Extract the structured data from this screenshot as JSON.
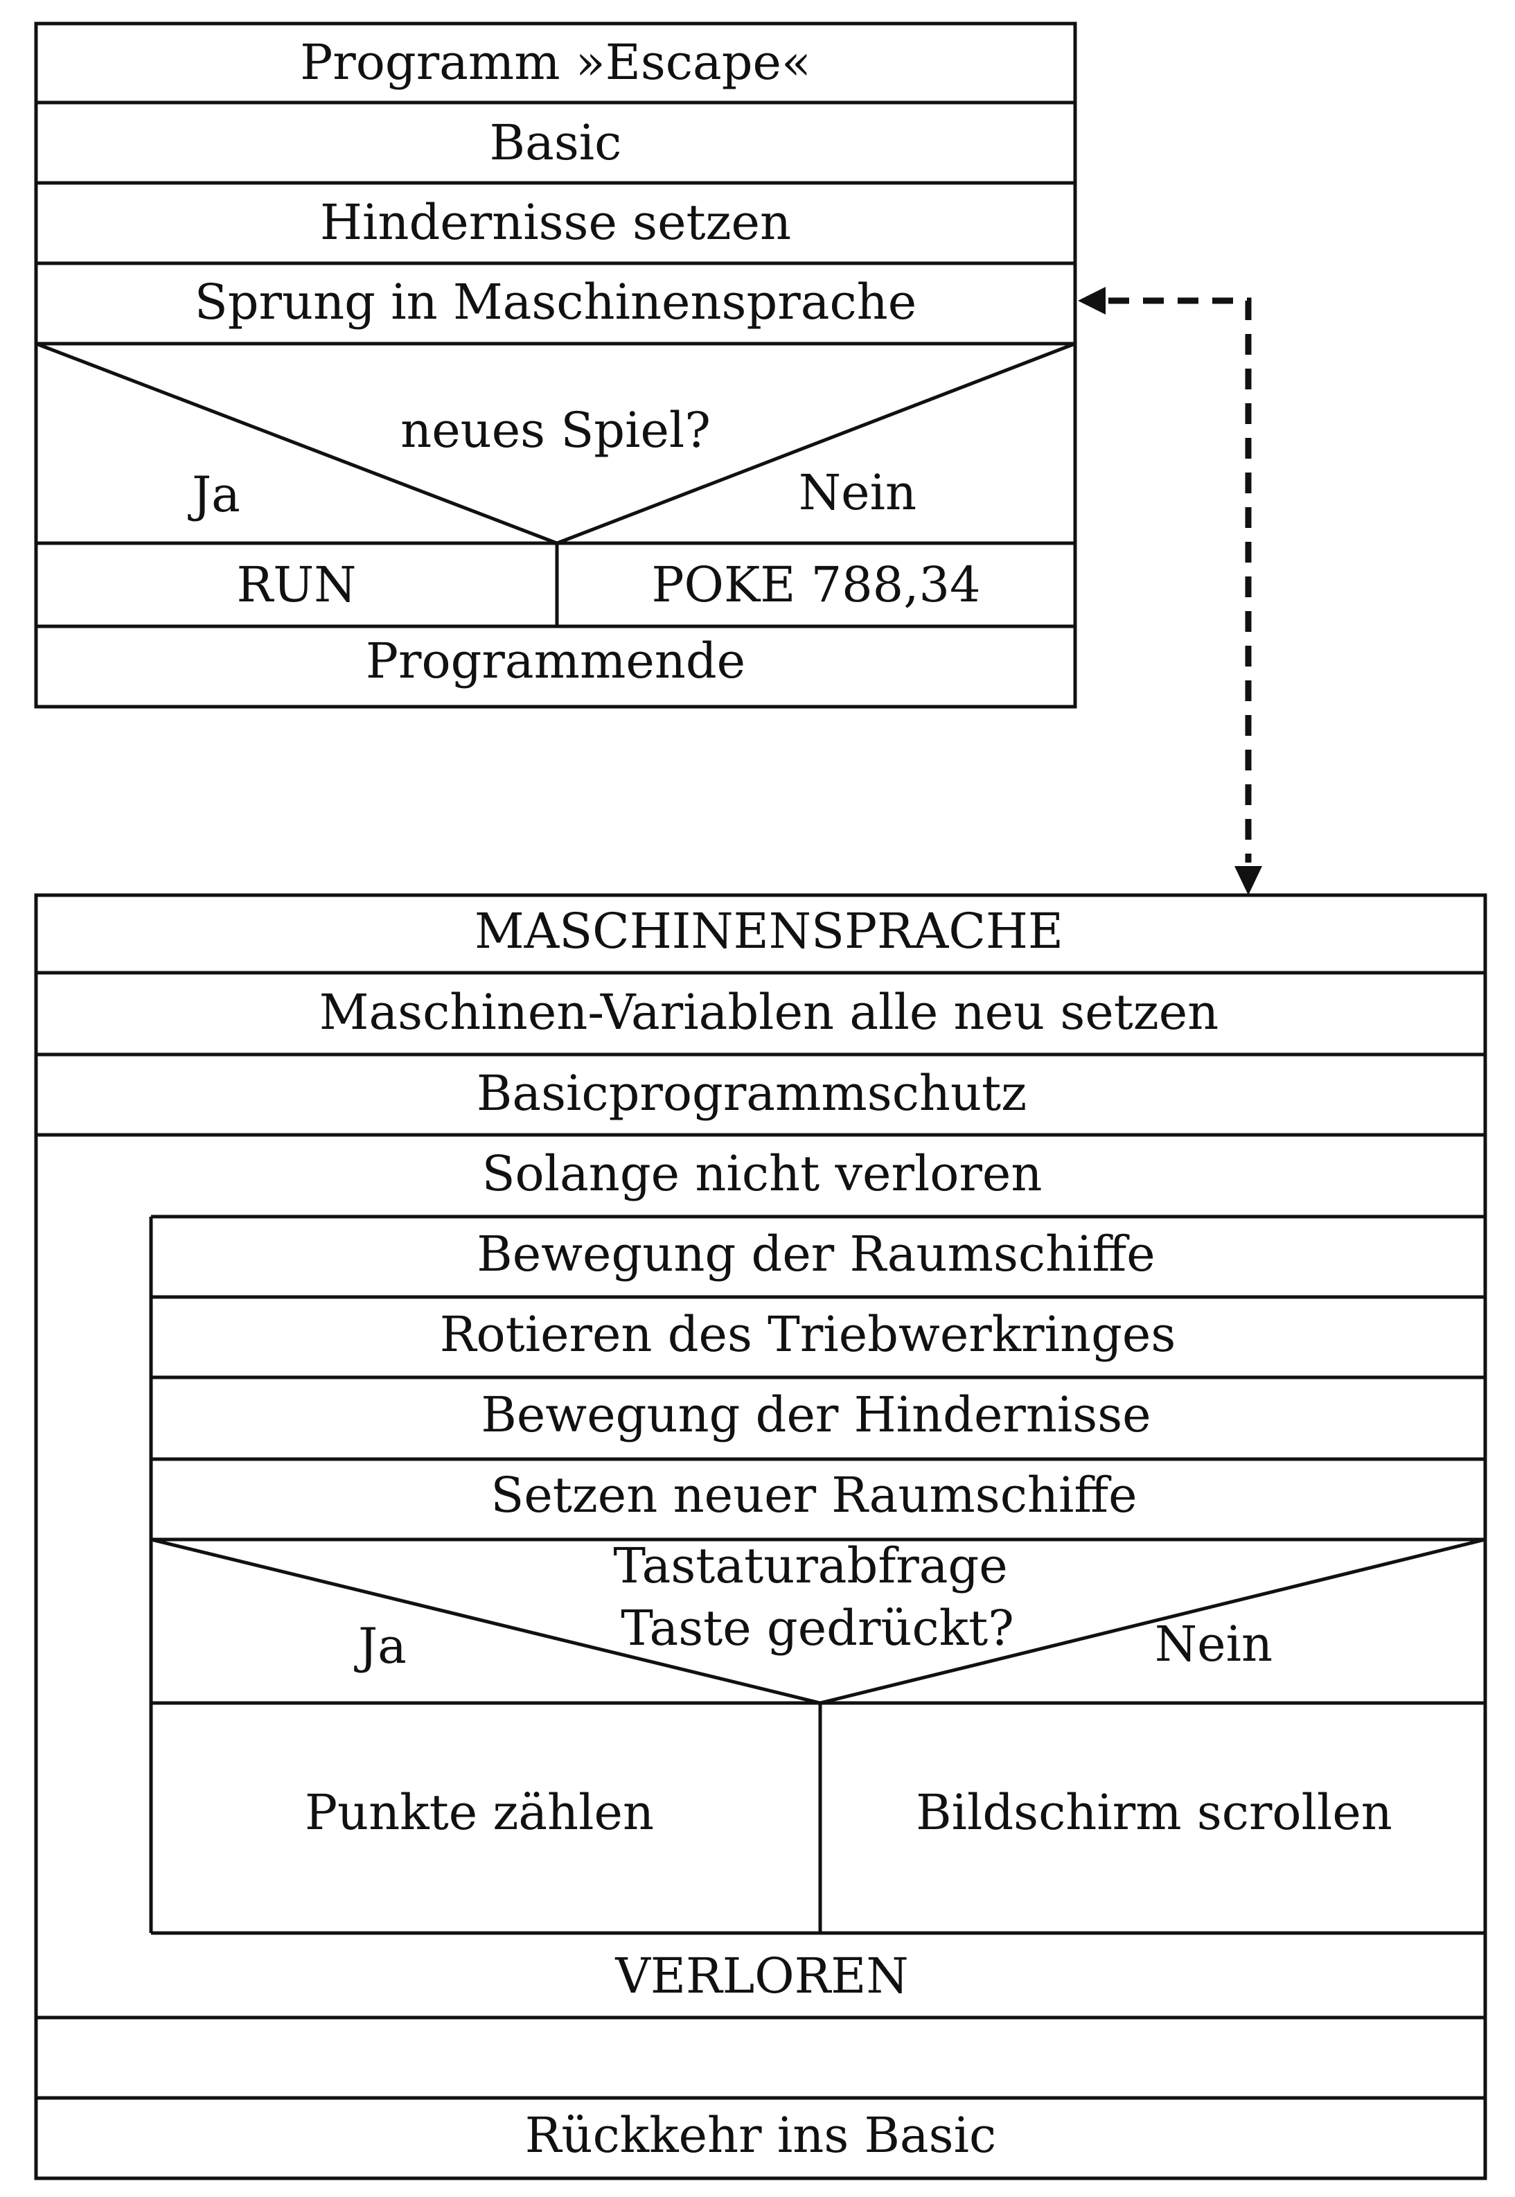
{
  "basic_block": {
    "title": "Programm »Escape«",
    "rows": [
      "Basic",
      "Hindernisse setzen",
      "Sprung in Maschinensprache"
    ],
    "decision": {
      "question": "neues Spiel?",
      "yes": "Ja",
      "no": "Nein"
    },
    "branches": {
      "yes": "RUN",
      "no": "POKE 788,34"
    },
    "end": "Programmende"
  },
  "machine_block": {
    "title": "MASCHINENSPRACHE",
    "rows": [
      "Maschinen-Variablen alle neu setzen",
      "Basicprogrammschutz"
    ],
    "loop": {
      "condition": "Solange nicht verloren",
      "rows": [
        "Bewegung der Raumschiffe",
        "Rotieren des Triebwerkringes",
        "Bewegung der Hindernisse",
        "Setzen neuer Raumschiffe"
      ],
      "decision": {
        "line1": "Tastaturabfrage",
        "line2": "Taste gedrückt?",
        "yes": "Ja",
        "no": "Nein"
      },
      "branches": {
        "yes": "Punkte zählen",
        "no": "Bildschirm scrollen"
      }
    },
    "lost": "VERLOREN",
    "empty_row": "",
    "return": "Rückkehr ins Basic"
  },
  "connector": {
    "style": "dashed",
    "direction": "bidirectional"
  }
}
